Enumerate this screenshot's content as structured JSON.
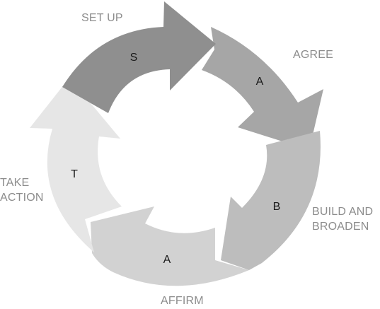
{
  "stages": [
    {
      "key": "setup",
      "letter": "S",
      "name": "SET UP",
      "color": "#8f8f8f"
    },
    {
      "key": "agree",
      "letter": "A",
      "name": "AGREE",
      "color": "#a6a6a6"
    },
    {
      "key": "build",
      "letter": "B",
      "name": "BUILD AND\nBROADEN",
      "color": "#bdbdbd"
    },
    {
      "key": "affirm",
      "letter": "A",
      "name": "AFFIRM",
      "color": "#d2d2d2"
    },
    {
      "key": "take",
      "letter": "T",
      "name": "TAKE\nACTION",
      "color": "#e6e6e6"
    }
  ]
}
